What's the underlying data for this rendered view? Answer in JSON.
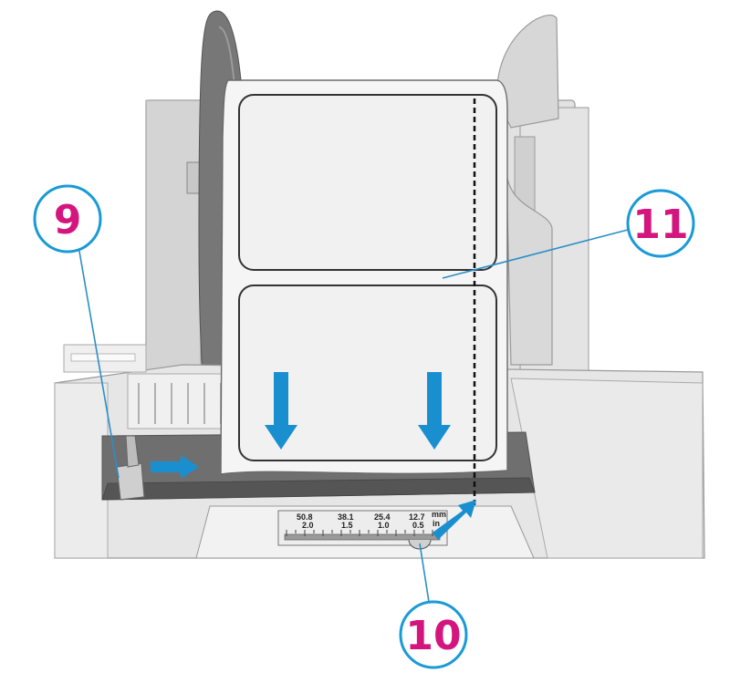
{
  "callouts": [
    {
      "number": "9",
      "meaning": "edge guide"
    },
    {
      "number": "10",
      "meaning": "ruler mark"
    },
    {
      "number": "11",
      "meaning": "label stock"
    }
  ],
  "ruler": {
    "mm_values": [
      "50.8",
      "38.1",
      "25.4",
      "12.7"
    ],
    "in_values": [
      "2.0",
      "1.5",
      "1.0",
      "0.5"
    ],
    "mm_unit": "mm",
    "in_unit": "in"
  },
  "colors": {
    "callout_text": "#d4157e",
    "callout_ring": "#1a9ad6",
    "arrow": "#1a8fd0",
    "leader_line": "#2a8fc6",
    "dashed_line": "#111111",
    "printer_body": "#dddddd",
    "label": "#f4f4f4"
  },
  "icons": [
    "arrow-down-icon",
    "arrow-right-icon",
    "arrow-diagonal-icon"
  ]
}
